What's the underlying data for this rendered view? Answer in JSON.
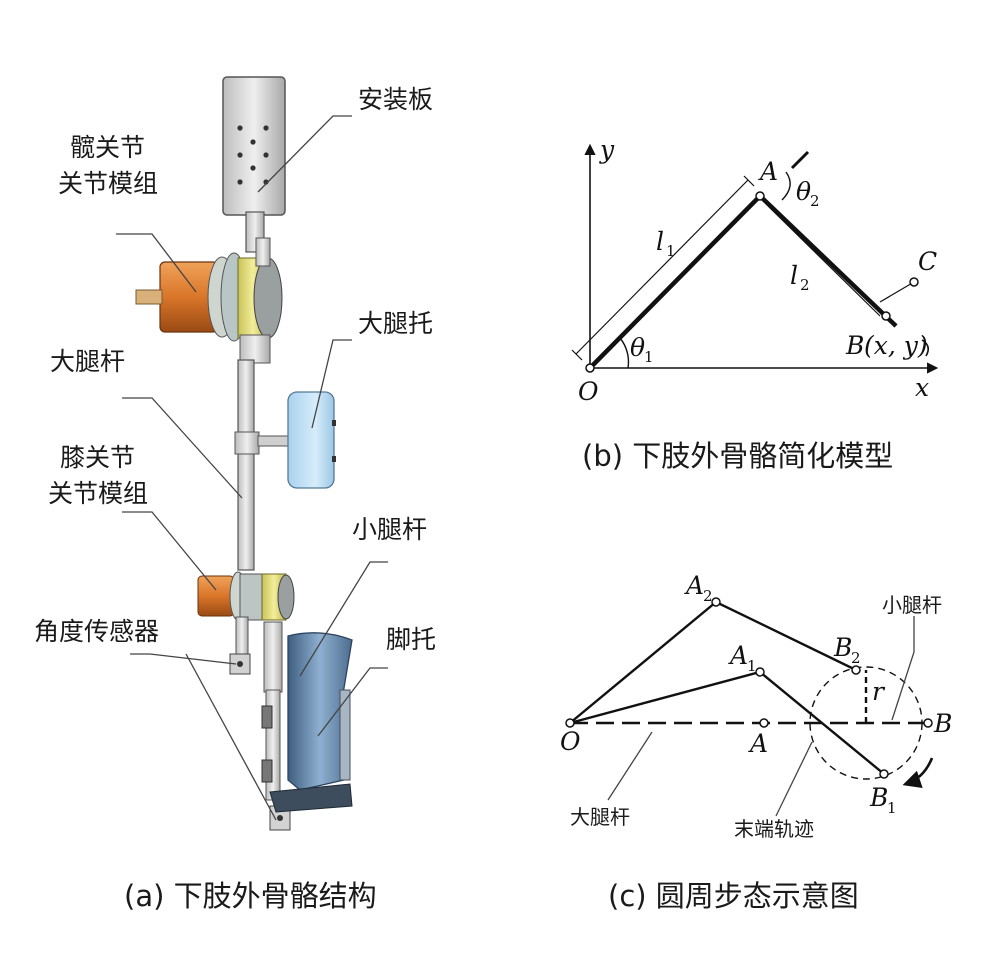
{
  "panel_a": {
    "caption": "(a) 下肢外骨骼结构",
    "labels": {
      "mount_plate": "安装板",
      "hip_joint_line1": "髋关节",
      "hip_joint_line2": "关节模组",
      "thigh_support": "大腿托",
      "thigh_rod": "大腿杆",
      "knee_joint_line1": "膝关节",
      "knee_joint_line2": "关节模组",
      "shank_rod": "小腿杆",
      "angle_sensor": "角度传感器",
      "foot_support": "脚托"
    }
  },
  "panel_b": {
    "caption": "(b) 下肢外骨骼简化模型",
    "axis_x": "x",
    "axis_y": "y",
    "origin": "O",
    "point_A": "A",
    "point_B": "B",
    "point_B_coord": "(x, y)",
    "point_C": "C",
    "link_1": "l",
    "link_1_sub": "1",
    "link_2": "l",
    "link_2_sub": "2",
    "angle_1": "θ",
    "angle_1_sub": "1",
    "angle_2": "θ",
    "angle_2_sub": "2"
  },
  "panel_c": {
    "caption": "(c) 圆周步态示意图",
    "point_O": "O",
    "point_A": "A",
    "point_A1": "A",
    "point_A1_sub": "1",
    "point_A2": "A",
    "point_A2_sub": "2",
    "point_B": "B",
    "point_B1": "B",
    "point_B1_sub": "1",
    "point_B2": "B",
    "point_B2_sub": "2",
    "radius": "r",
    "label_shank_rod": "小腿杆",
    "label_thigh_rod": "大腿杆",
    "label_end_trajectory": "末端轨迹"
  },
  "colors": {
    "hip_motor": "#d9762a",
    "knee_motor": "#d9762a",
    "joint_yellow": "#e8e27a",
    "thigh_support": "#bcdff4",
    "foot_support": "#7f9fbf",
    "frame": "#d8d8d8",
    "line": "#111111"
  }
}
